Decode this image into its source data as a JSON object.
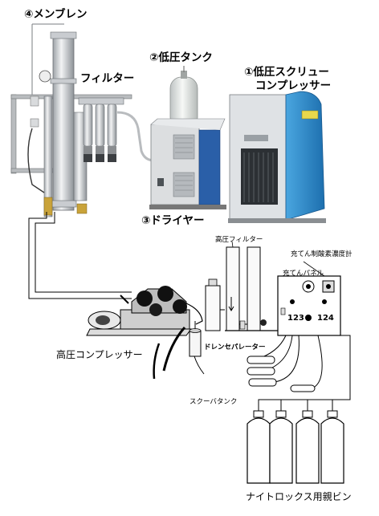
{
  "labels": {
    "membrane": "④メンブレン",
    "filter": "フィルター",
    "low_tank": "②低圧タンク",
    "low_screw_1": "①低圧スクリュー",
    "low_screw_2": "コンプレッサー",
    "dryer": "③ドライヤー",
    "hp_filter": "高圧フィルター",
    "o2_meter": "充てん制酸素濃度計",
    "fill_panel": "充てんパネル",
    "hp_compressor": "高圧コンプレッサー",
    "drain_sep": "ドレンセパレーター",
    "scuba_tank": "スクーバタンク",
    "nitrox_bottles": "ナイトロックス用親ビン"
  },
  "panel": {
    "gauge_left": "123",
    "gauge_right": "124"
  },
  "colors": {
    "screw_compressor_body": "#dfe2e5",
    "screw_compressor_side": "#2f8fd0",
    "dryer_body": "#d8dadd",
    "dryer_side": "#2a5fa8",
    "line": "#000000"
  }
}
